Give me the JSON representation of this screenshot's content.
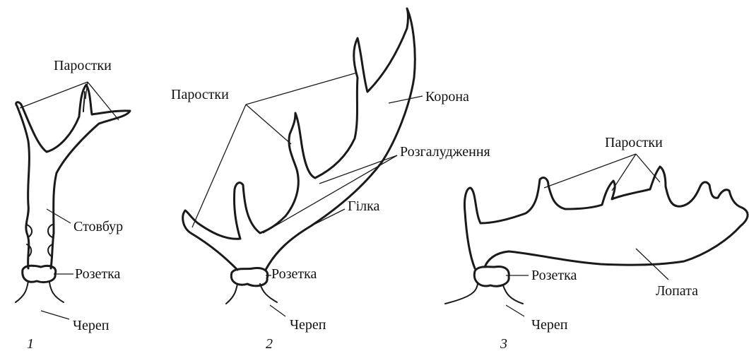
{
  "figure1": {
    "number": "1",
    "labels": {
      "tines": "Паростки",
      "trunk": "Стовбур",
      "rosette": "Розетка",
      "skull": "Череп"
    }
  },
  "figure2": {
    "number": "2",
    "labels": {
      "tines": "Паростки",
      "crown": "Корона",
      "branching": "Розгалудження",
      "branch": "Гілка",
      "rosette": "Розетка",
      "skull": "Череп"
    }
  },
  "figure3": {
    "number": "3",
    "labels": {
      "tines": "Паростки",
      "rosette": "Розетка",
      "palm": "Лопата",
      "skull": "Череп"
    }
  }
}
